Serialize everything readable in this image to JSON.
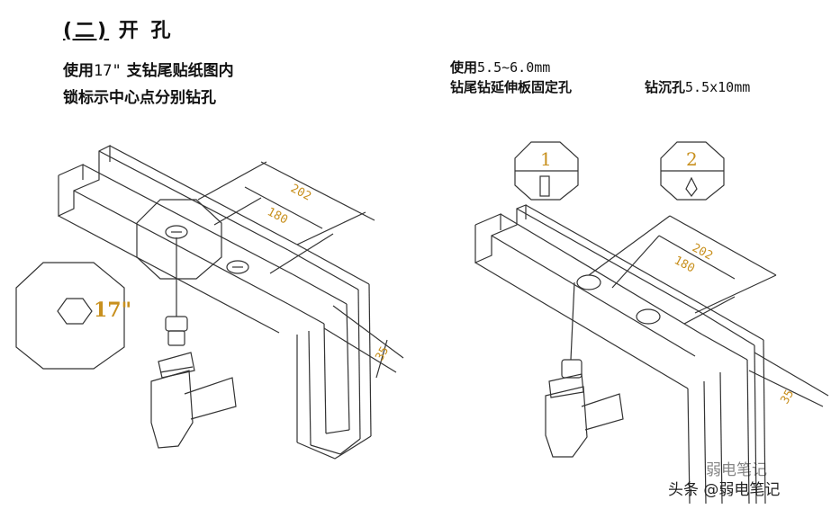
{
  "heading": {
    "paren": "(二)",
    "text": " 开 孔"
  },
  "left": {
    "line1_a": "使用",
    "line1_num": "17\"",
    "line1_b": " 支钻尾贴纸图内",
    "line2": "锁标示中心点分别钻孔",
    "dim_a": "202",
    "dim_b": "180",
    "dim_c": "35",
    "detail_label": "17\""
  },
  "right": {
    "line1_a": "使用",
    "line1_num": "5.5~6.0mm",
    "line2": "钻尾钻延伸板固定孔",
    "line3_a": "钻沉孔",
    "line3_num": "5.5x10mm",
    "step1": "1",
    "step2": "2",
    "dim_a": "202",
    "dim_b": "180",
    "dim_c": "35"
  },
  "watermark": {
    "top": "弱电笔记",
    "bottom": "头条 @弱电笔记"
  },
  "colors": {
    "label": "#c8901e",
    "line": "#333333"
  }
}
